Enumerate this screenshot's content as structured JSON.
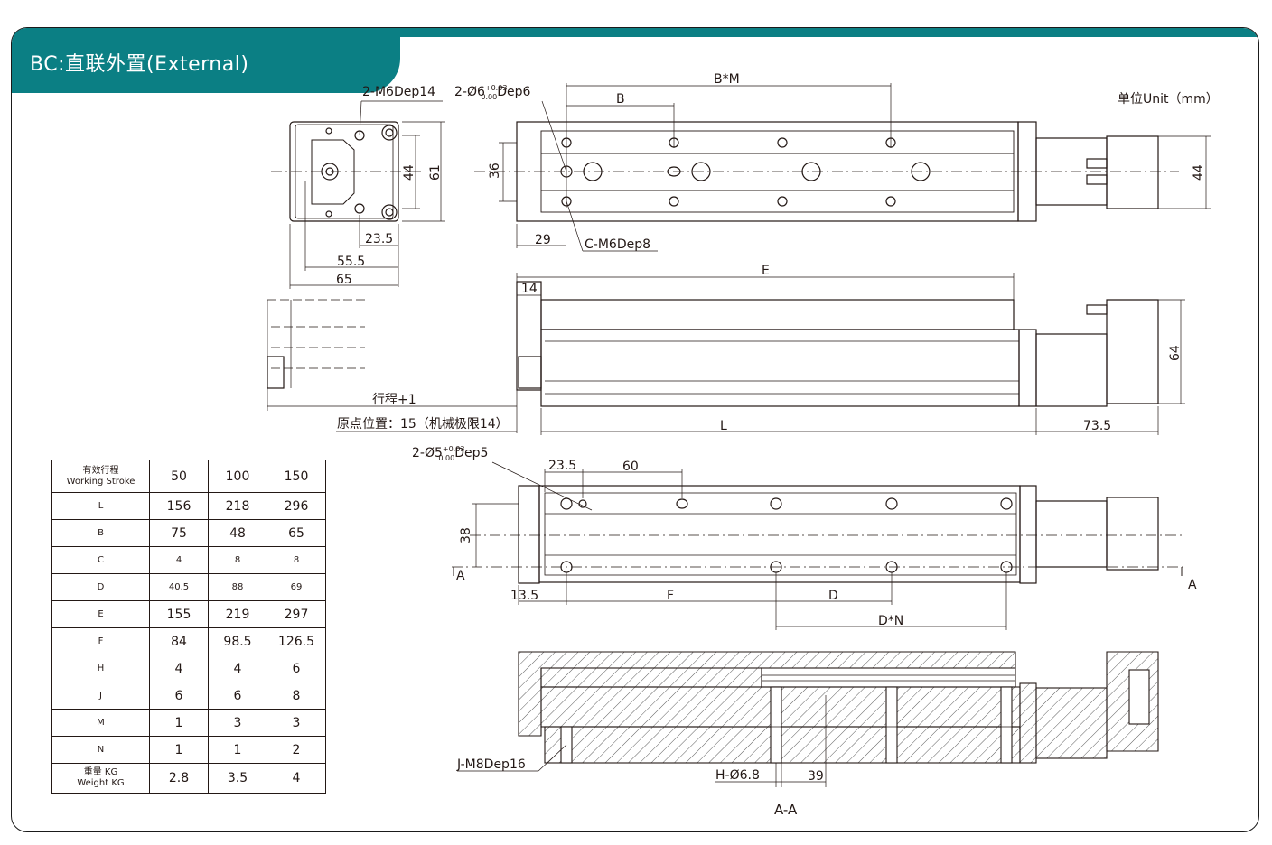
{
  "header": {
    "title": "BC:直联外置(External)",
    "accent_color": "#0b7f84"
  },
  "unit_label": "单位Unit（mm）",
  "top_view": {
    "labels": {
      "thread_top": "2-M6Dep14",
      "pin_top": "2-Ø6",
      "pin_tol_upper": "+0.03",
      "pin_tol_lower": "0.00",
      "pin_depth": "Dep6",
      "b_times_m": "B*M",
      "b": "B",
      "d36": "36",
      "d29": "29",
      "c_thread": "C-M6Dep8",
      "d44_right": "44"
    }
  },
  "end_view": {
    "labels": {
      "d44": "44",
      "d61": "61",
      "d23_5": "23.5",
      "d55_5": "55.5",
      "d65": "65"
    }
  },
  "side_view": {
    "labels": {
      "e": "E",
      "d14": "14",
      "d64": "64",
      "stroke_plus_1": "行程+1",
      "origin": "原点位置：15（机械极限14）",
      "l": "L",
      "d73_5": "73.5"
    }
  },
  "bottom_view": {
    "labels": {
      "pin_bottom": "2-Ø5",
      "pin_tol_upper": "+0.03",
      "pin_tol_lower": "0.00",
      "pin_depth": "Dep5",
      "d23_5": "23.5",
      "d60": "60",
      "d38": "38",
      "a_left": "A",
      "a_right": "A",
      "d13_5": "13.5",
      "f": "F",
      "d": "D",
      "d_times_n": "D*N"
    }
  },
  "section_view": {
    "labels": {
      "j_thread": "J-M8Dep16",
      "h_hole": "H-Ø6.8",
      "d39": "39",
      "section_name": "A-A"
    }
  },
  "spec_table": {
    "header": {
      "label_cn": "有效行程",
      "label_en": "Working Stroke",
      "values": [
        "50",
        "100",
        "150"
      ]
    },
    "rows": [
      {
        "label": "L",
        "values": [
          "156",
          "218",
          "296"
        ]
      },
      {
        "label": "B",
        "values": [
          "75",
          "48",
          "65"
        ]
      },
      {
        "label": "C",
        "values": [
          "4",
          "8",
          "8"
        ]
      },
      {
        "label": "D",
        "values": [
          "40.5",
          "88",
          "69"
        ]
      },
      {
        "label": "E",
        "values": [
          "155",
          "219",
          "297"
        ]
      },
      {
        "label": "F",
        "values": [
          "84",
          "98.5",
          "126.5"
        ]
      },
      {
        "label": "H",
        "values": [
          "4",
          "4",
          "6"
        ]
      },
      {
        "label": "J",
        "values": [
          "6",
          "6",
          "8"
        ]
      },
      {
        "label": "M",
        "values": [
          "1",
          "3",
          "3"
        ]
      },
      {
        "label": "N",
        "values": [
          "1",
          "1",
          "2"
        ]
      }
    ],
    "weight": {
      "label_cn": "重量  KG",
      "label_en": "Weight KG",
      "values": [
        "2.8",
        "3.5",
        "4"
      ]
    }
  }
}
